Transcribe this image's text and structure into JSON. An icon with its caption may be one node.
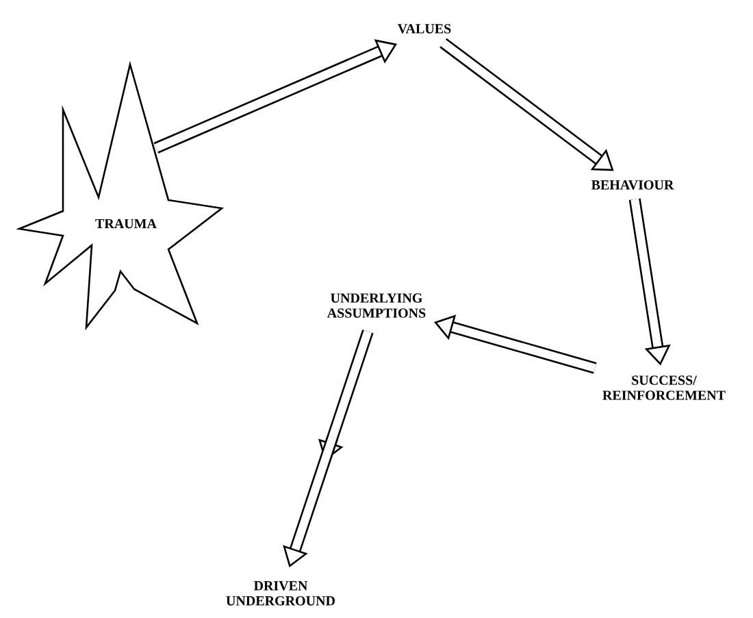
{
  "diagram": {
    "nodes": [
      {
        "text": [
          "TRAUMA"
        ]
      },
      {
        "text": [
          "VALUES"
        ]
      },
      {
        "text": [
          "BEHAVIOUR"
        ]
      },
      {
        "text": [
          "SUCCESS/ REINFORCEMENT"
        ]
      },
      {
        "text": [
          "UNDERLYING ASSUMPTIONS"
        ]
      },
      {
        "text": [
          "DRIVEN UNDERGROUND"
        ]
      }
    ],
    "edges": [
      {
        "from": 0,
        "to": 1,
        "arrow": "to"
      },
      {
        "from": 1,
        "to": 2,
        "arrow": "to"
      },
      {
        "from": 2,
        "to": 3,
        "arrow": "to"
      },
      {
        "from": 3,
        "to": 4,
        "arrow": "to"
      },
      {
        "from": 4,
        "to": 5,
        "arrow": "to"
      }
    ]
  }
}
